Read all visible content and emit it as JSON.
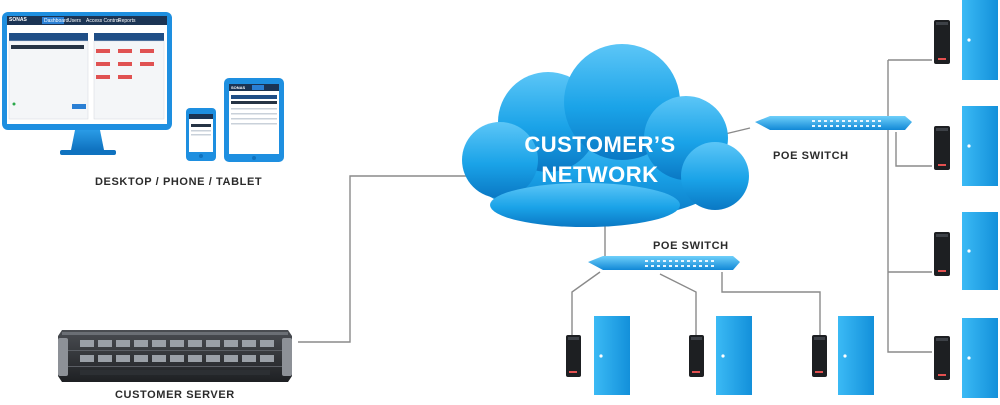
{
  "labels": {
    "devices": "DESKTOP / PHONE / TABLET",
    "server": "CUSTOMER SERVER",
    "network_line1": "CUSTOMER’S",
    "network_line2": "NETWORK",
    "poe_switch_top": "POE SWITCH",
    "poe_switch_bottom": "POE SWITCH"
  },
  "desktop_app": {
    "logo": "SONAS",
    "tabs": [
      "Dashboard",
      "Users",
      "Access Control",
      "Reports"
    ]
  },
  "tablet_app": {
    "logo": "SONAS"
  },
  "colors": {
    "cloud": "#1aa3e8",
    "door": "#1ea7f0",
    "monitor_frame": "#1e8fe0",
    "reader": "#1d1f22",
    "wire": "#8a8a8a",
    "label": "#2b2b2b"
  }
}
